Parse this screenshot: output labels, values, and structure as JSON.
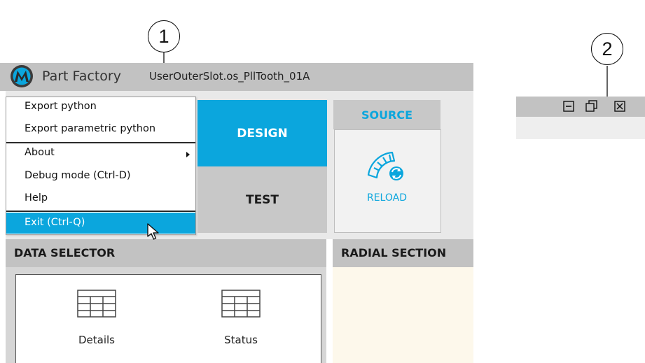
{
  "callouts": [
    "1",
    "2"
  ],
  "app": {
    "name": "Part Factory",
    "file": "UserOuterSlot.os_PllTooth_01A",
    "logo_icon": "motor-m-logo-icon"
  },
  "menu": {
    "items": [
      {
        "label": "Export python"
      },
      {
        "label": "Export parametric python"
      },
      {
        "label": "About"
      },
      {
        "label": "Debug mode (Ctrl-D)"
      },
      {
        "label": "Help"
      },
      {
        "label": "Exit (Ctrl-Q)"
      }
    ]
  },
  "tabs": {
    "design": "DESIGN",
    "test": "TEST"
  },
  "source": {
    "header": "SOURCE",
    "reload_label": "RELOAD",
    "reload_icon": "slot-reload-icon"
  },
  "data_selector": {
    "header": "DATA SELECTOR",
    "items": [
      {
        "label": "Details",
        "icon": "table-icon"
      },
      {
        "label": "Status",
        "icon": "table-icon"
      }
    ]
  },
  "radial_section": {
    "header": "RADIAL SECTION"
  },
  "window_controls": {
    "icons": [
      "minimize-icon",
      "restore-icon",
      "close-icon"
    ]
  },
  "colors": {
    "accent": "#0ba6dd",
    "panel_gray": "#c2c2c2",
    "radial_bg": "#fdf8eb"
  }
}
